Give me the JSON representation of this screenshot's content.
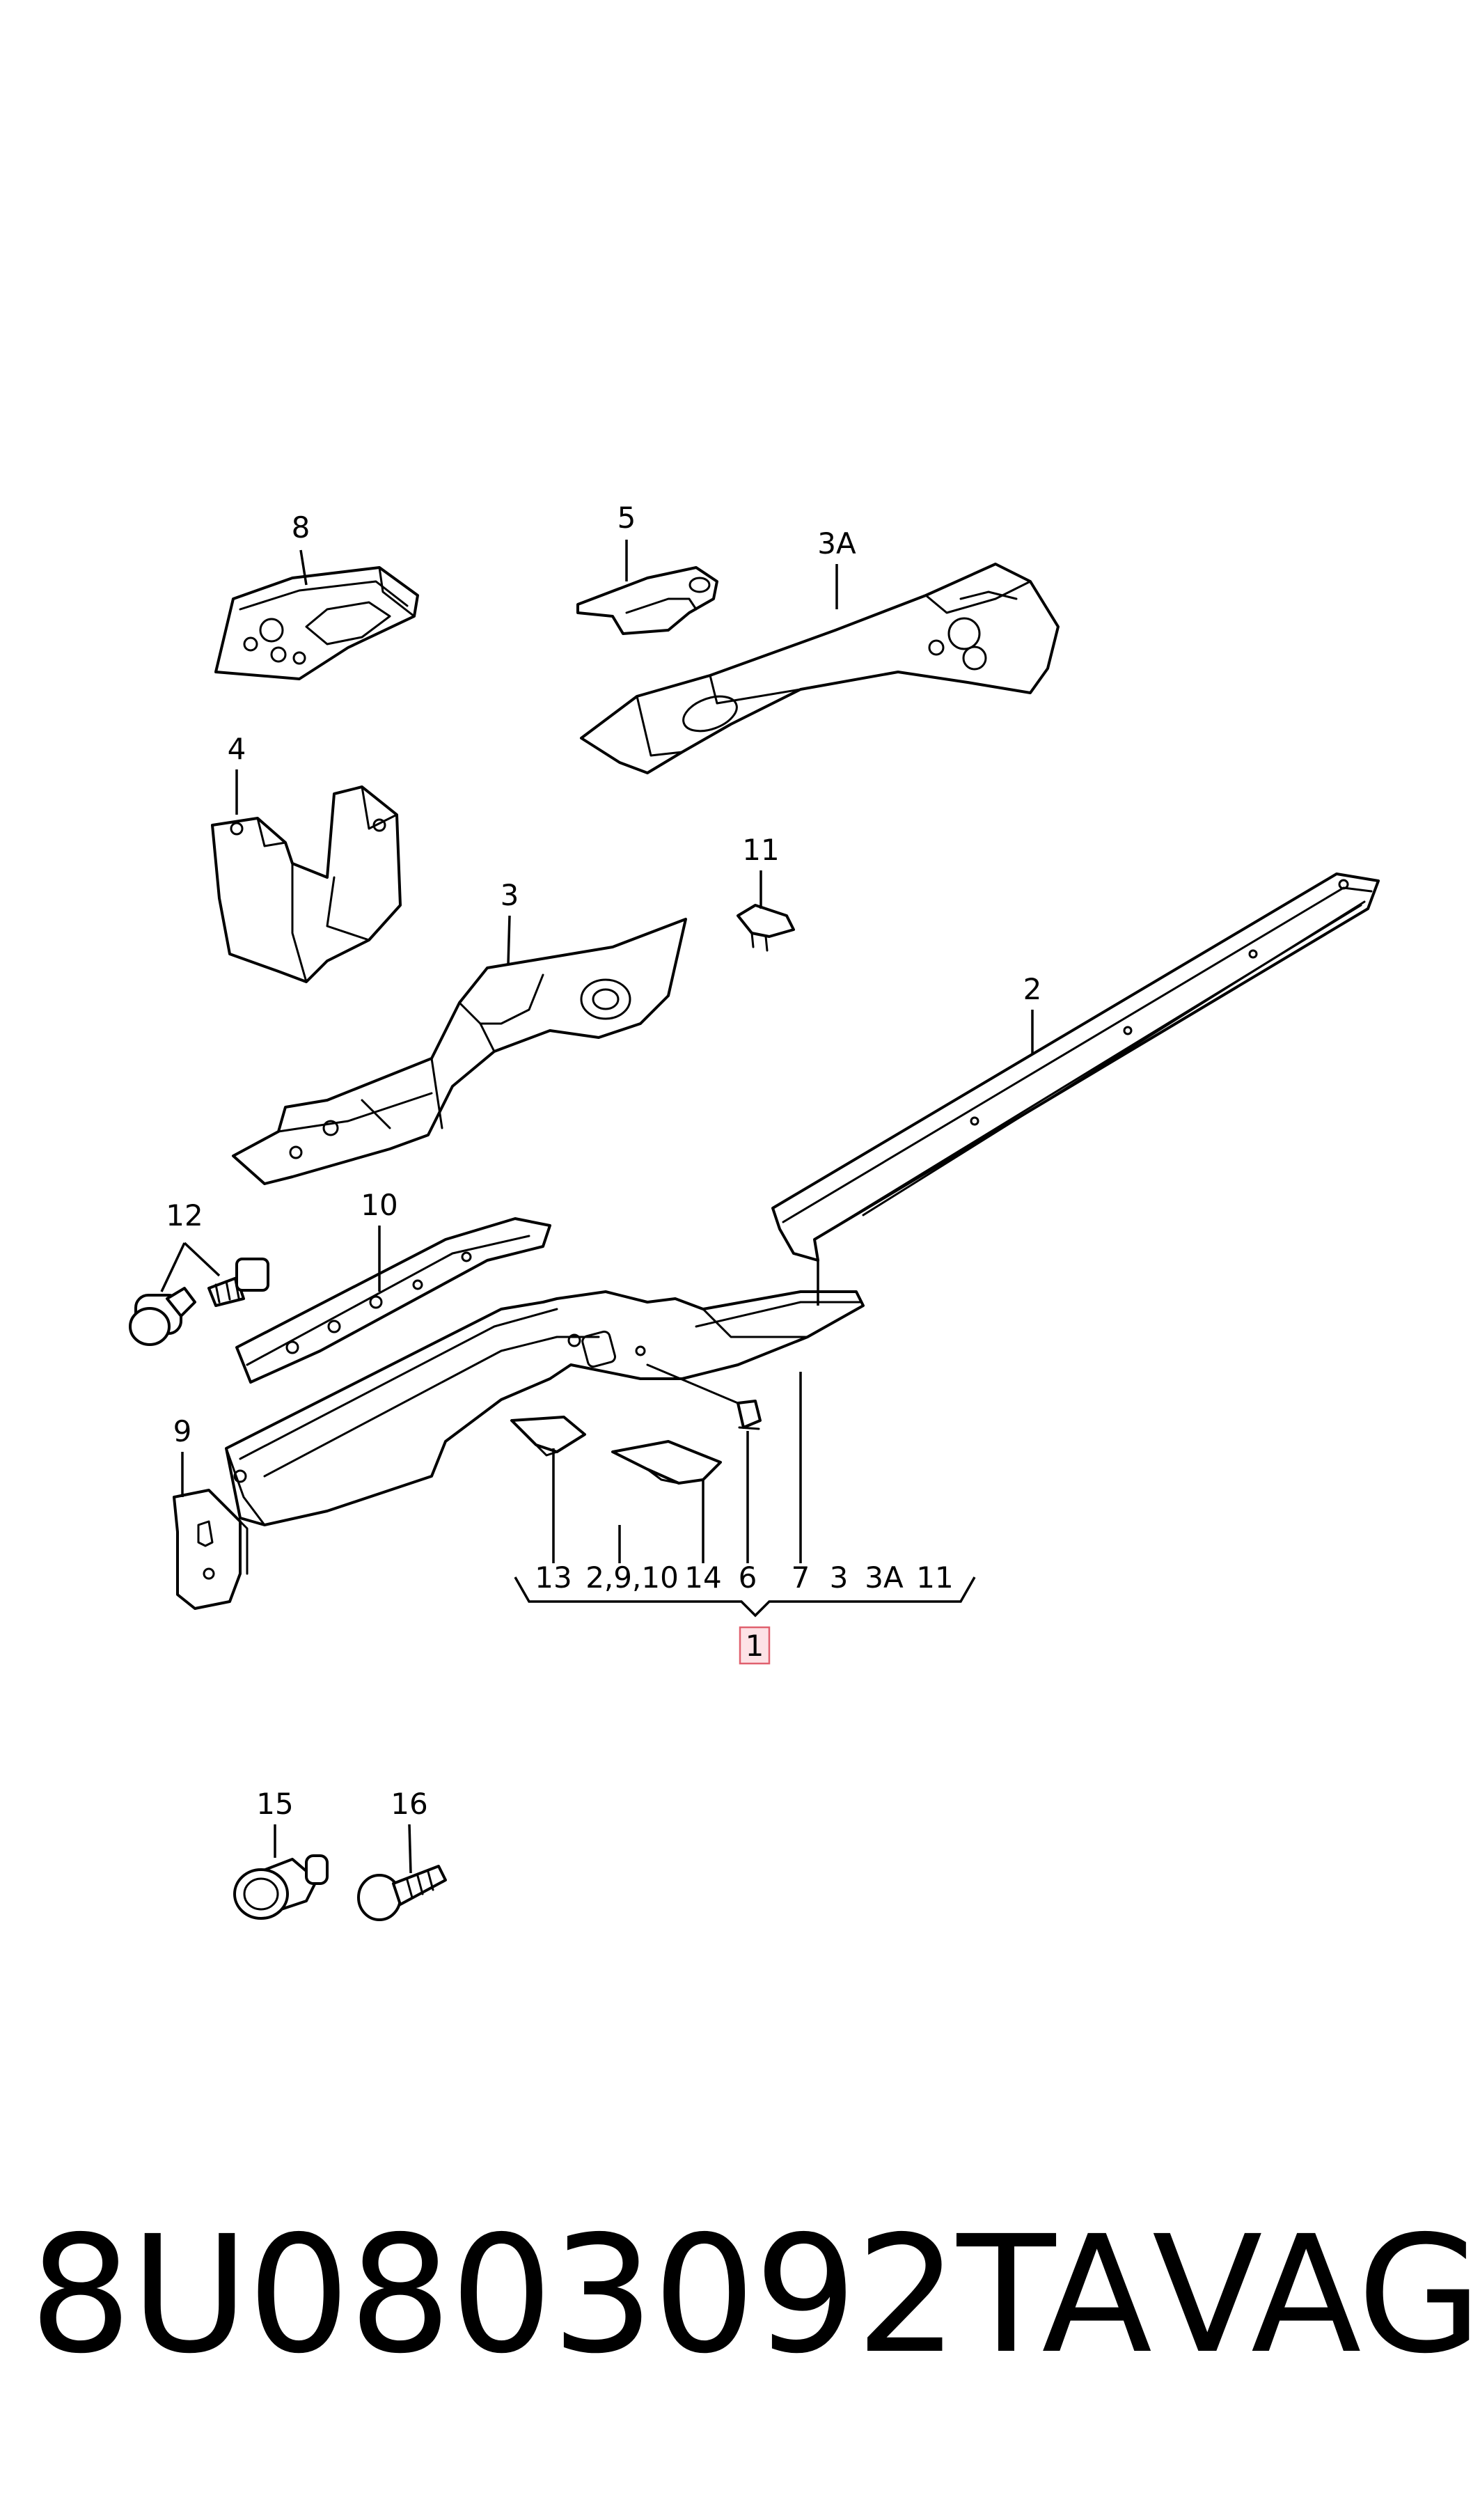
{
  "callouts": {
    "c8": "8",
    "c5": "5",
    "c3a": "3A",
    "c4": "4",
    "c11": "11",
    "c3": "3",
    "c2": "2",
    "c12": "12",
    "c10": "10",
    "c9": "9",
    "c15": "15",
    "c16": "16"
  },
  "assembly_row": {
    "items": [
      "13",
      "2,9,10",
      "14",
      "6",
      "7",
      "3",
      "3A",
      "11"
    ],
    "group_label": "1"
  },
  "footer": {
    "part_number": "8U0803092TA",
    "brand": "VAG"
  },
  "colors": {
    "line": "#000000",
    "highlight_fill": "#fde2e6",
    "highlight_stroke": "#e0606e"
  }
}
